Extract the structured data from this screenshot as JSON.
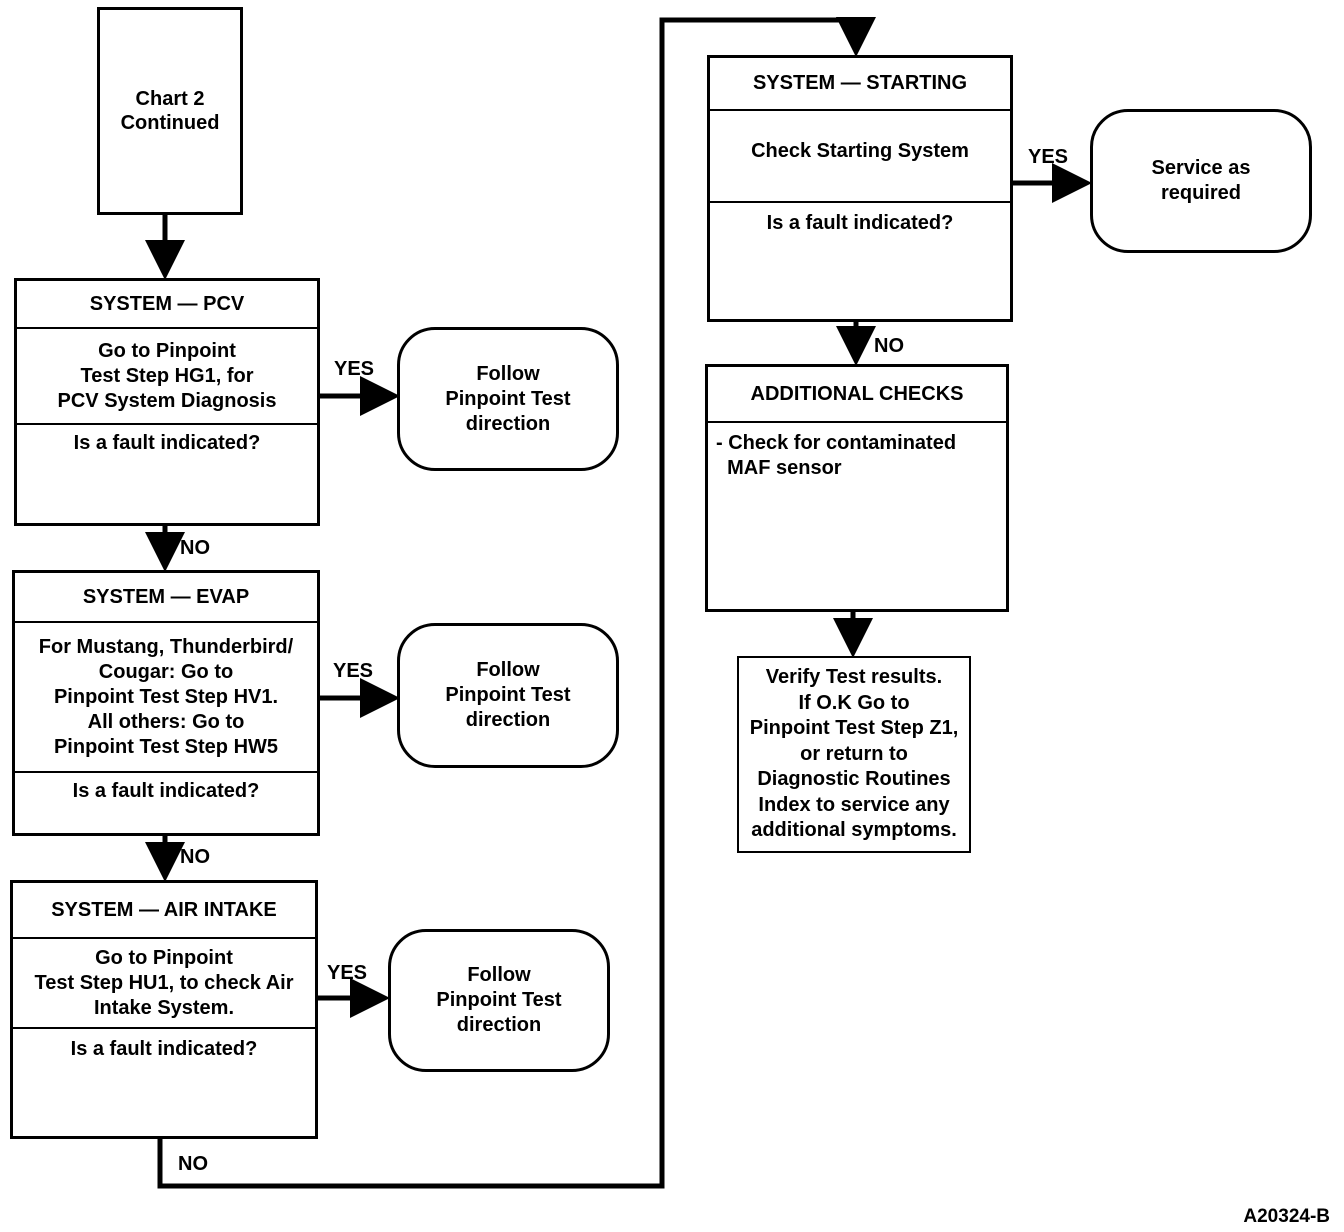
{
  "start": {
    "text": "Chart 2\nContinued"
  },
  "pcv": {
    "title": "SYSTEM — PCV",
    "action": "Go to Pinpoint\nTest Step HG1, for\nPCV System Diagnosis",
    "question": "Is a fault indicated?",
    "yes_label": "YES",
    "no_label": "NO",
    "result": "Follow\nPinpoint Test\ndirection"
  },
  "evap": {
    "title": "SYSTEM — EVAP",
    "action": "For Mustang, Thunderbird/\nCougar: Go to\nPinpoint Test Step HV1.\nAll others: Go to\nPinpoint Test Step HW5",
    "question": "Is a fault indicated?",
    "yes_label": "YES",
    "no_label": "NO",
    "result": "Follow\nPinpoint Test\ndirection"
  },
  "air_intake": {
    "title": "SYSTEM — AIR INTAKE",
    "action": "Go to Pinpoint\nTest Step HU1, to check Air\nIntake System.",
    "question": "Is a fault indicated?",
    "yes_label": "YES",
    "no_label": "NO",
    "result": "Follow\nPinpoint Test\ndirection"
  },
  "starting": {
    "title": "SYSTEM — STARTING",
    "action": "Check Starting System",
    "question": "Is a fault indicated?",
    "yes_label": "YES",
    "no_label": "NO",
    "result": "Service as\nrequired"
  },
  "additional": {
    "title": "ADDITIONAL CHECKS",
    "body": "- Check for contaminated\n  MAF sensor"
  },
  "verify": {
    "text": "Verify Test results.\nIf O.K Go to\nPinpoint Test Step Z1,\nor  return to\nDiagnostic Routines\nIndex to service any\nadditional symptoms."
  },
  "figure_id": "A20324-B"
}
